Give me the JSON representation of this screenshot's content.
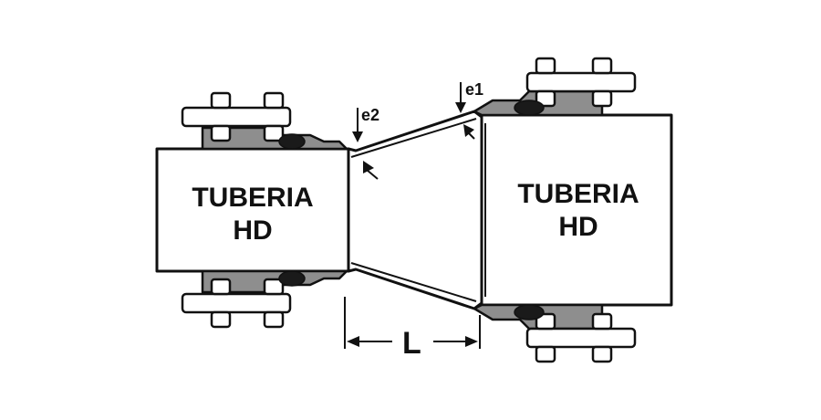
{
  "labels": {
    "left_pipe_line1": "TUBERIA",
    "left_pipe_line2": "HD",
    "right_pipe_line1": "TUBERIA",
    "right_pipe_line2": "HD",
    "thickness_small": "e2",
    "thickness_large": "e1",
    "length": "L"
  },
  "colors": {
    "line": "#111111",
    "flange_fill": "#8e8e8e",
    "gasket_fill": "#1a1a1a",
    "background": "#ffffff"
  }
}
